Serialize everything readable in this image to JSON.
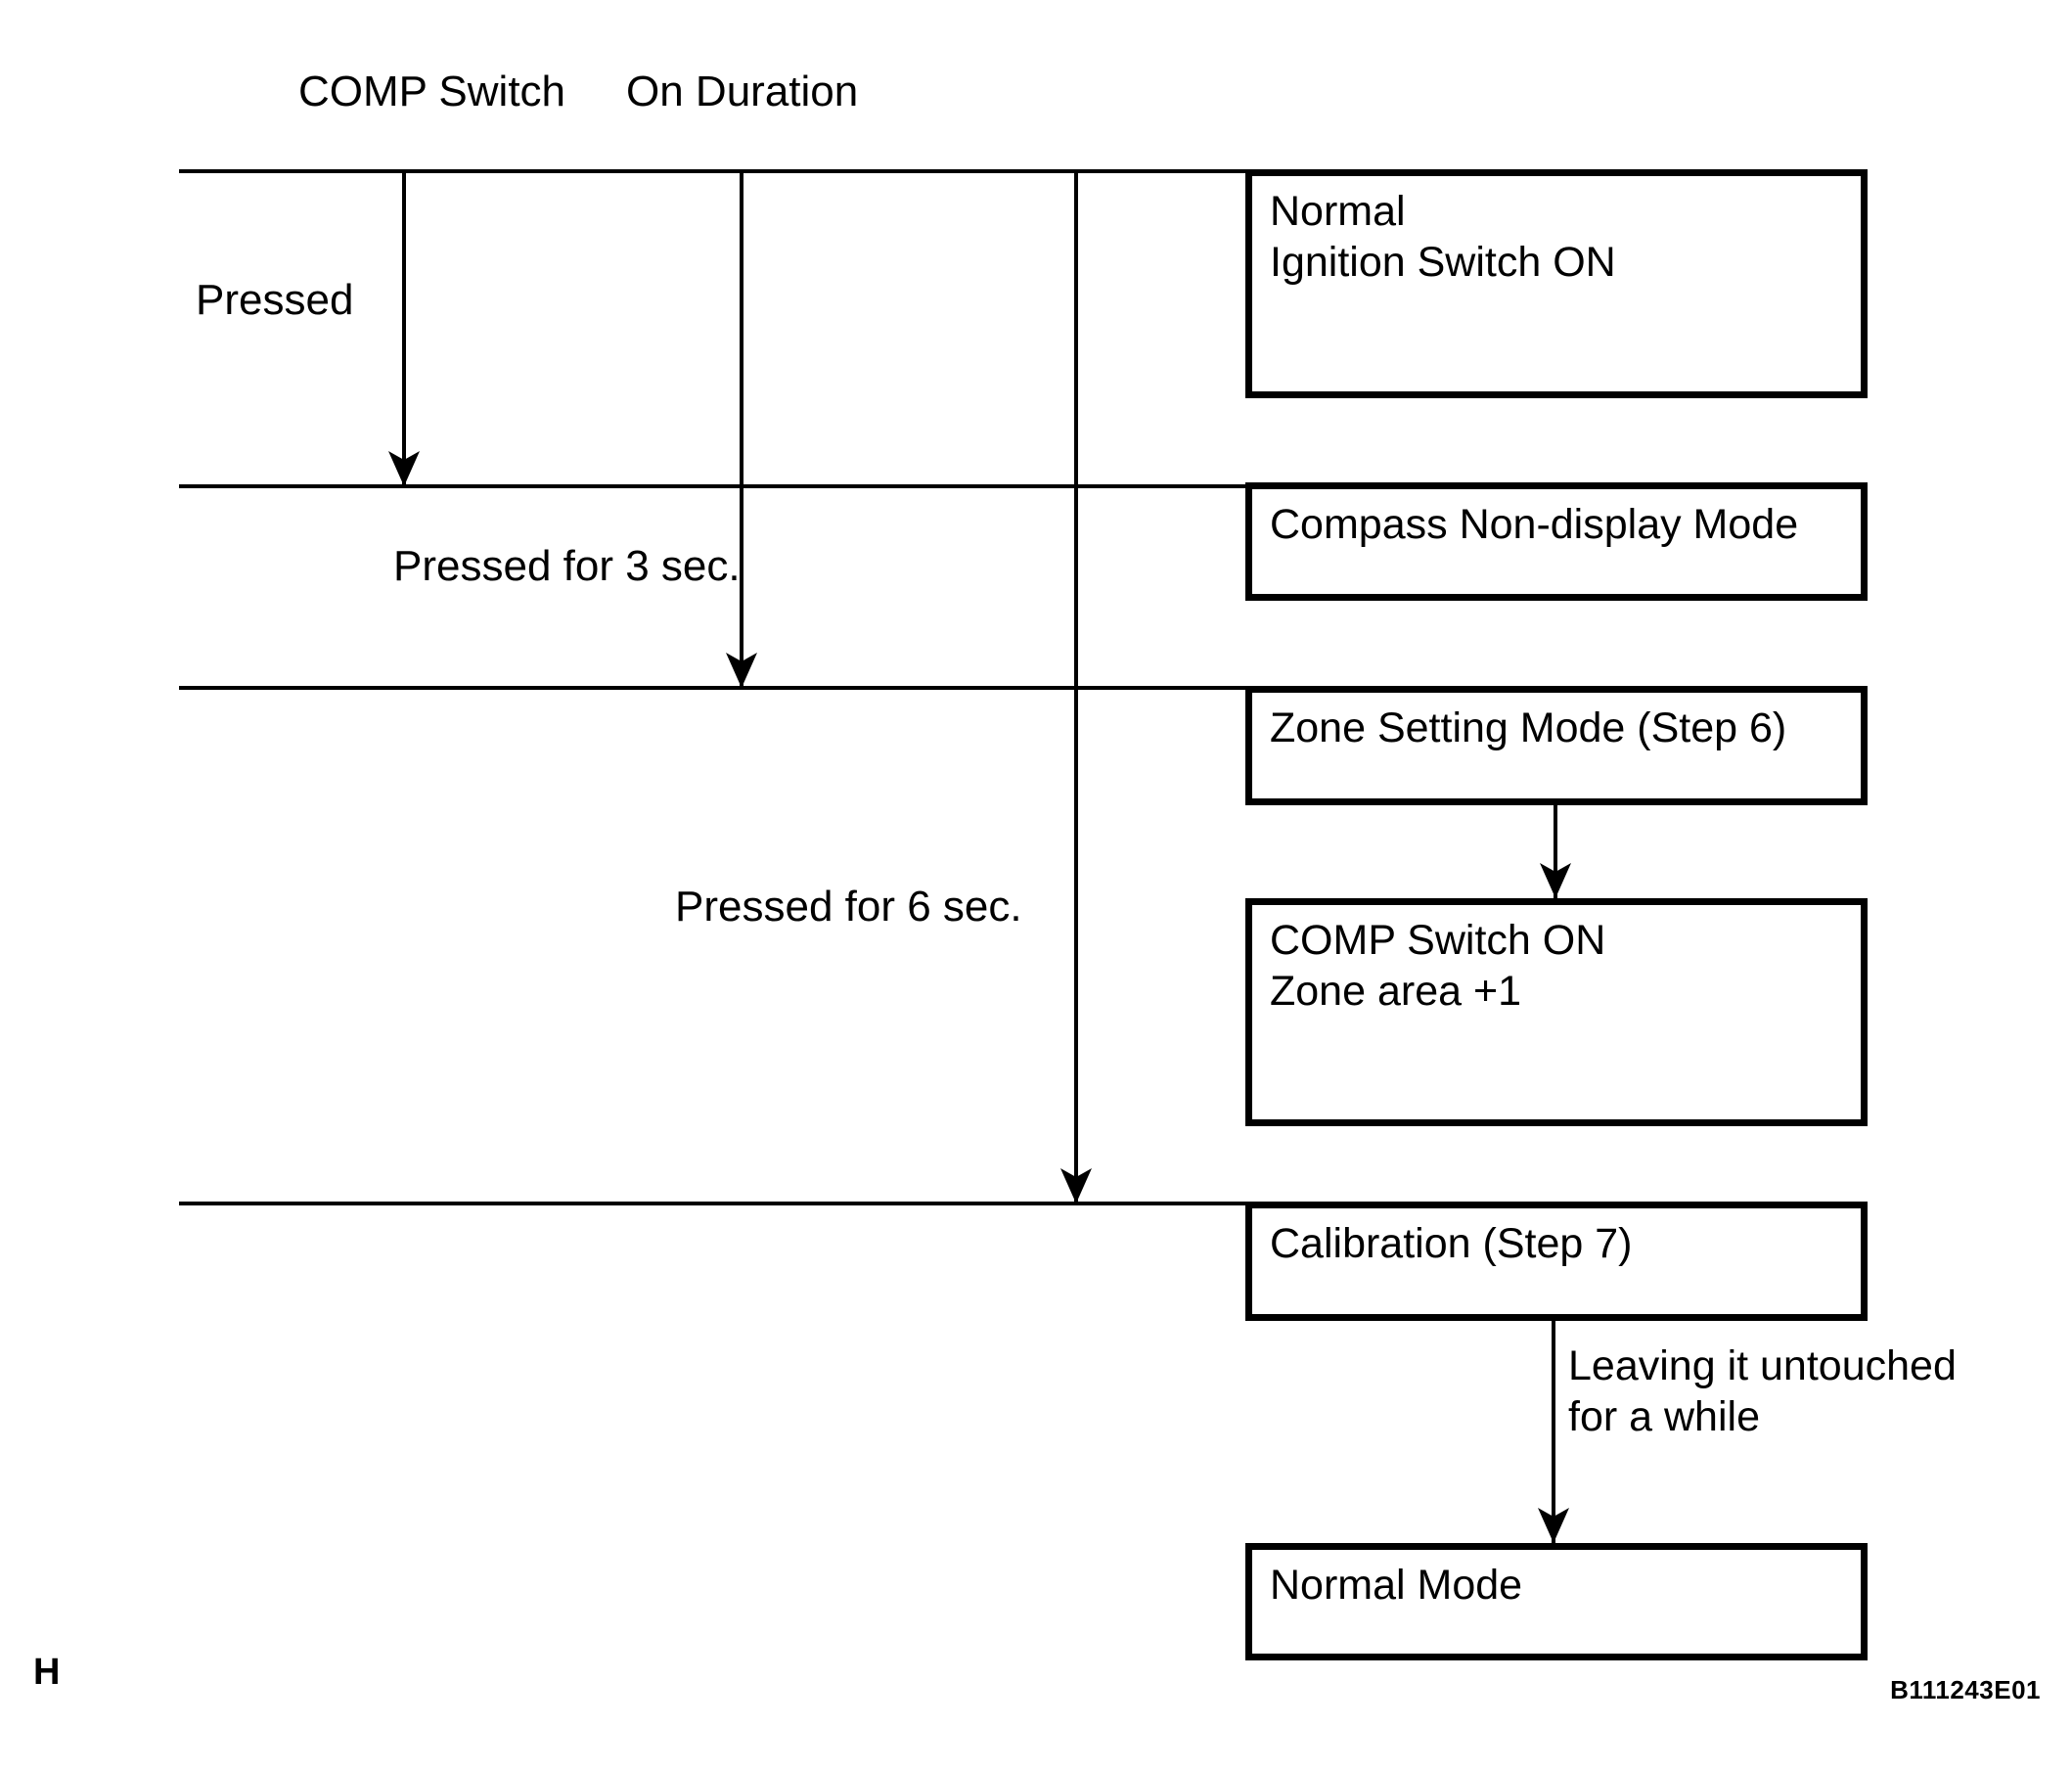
{
  "header": {
    "col1": "COMP Switch",
    "col2": "On Duration"
  },
  "labels": {
    "pressed": "Pressed",
    "pressed_3sec": "Pressed for 3 sec.",
    "pressed_6sec": "Pressed for 6 sec.",
    "leaving_1": "Leaving it untouched",
    "leaving_2": "for a while"
  },
  "boxes": {
    "normal": {
      "line1": "Normal",
      "line2": "Ignition Switch ON"
    },
    "compass_non_display": {
      "line1": "Compass Non-display Mode"
    },
    "zone_setting": {
      "line1": "Zone Setting Mode (Step 6)"
    },
    "comp_switch_on": {
      "line1": "COMP Switch ON",
      "line2": "Zone area +1"
    },
    "calibration": {
      "line1": "Calibration (Step 7)"
    },
    "normal_mode": {
      "line1": "Normal Mode"
    }
  },
  "footer": {
    "page_marker": "H",
    "figure_id": "B111243E01"
  },
  "colors": {
    "ink": "#000000",
    "background": "#ffffff"
  }
}
